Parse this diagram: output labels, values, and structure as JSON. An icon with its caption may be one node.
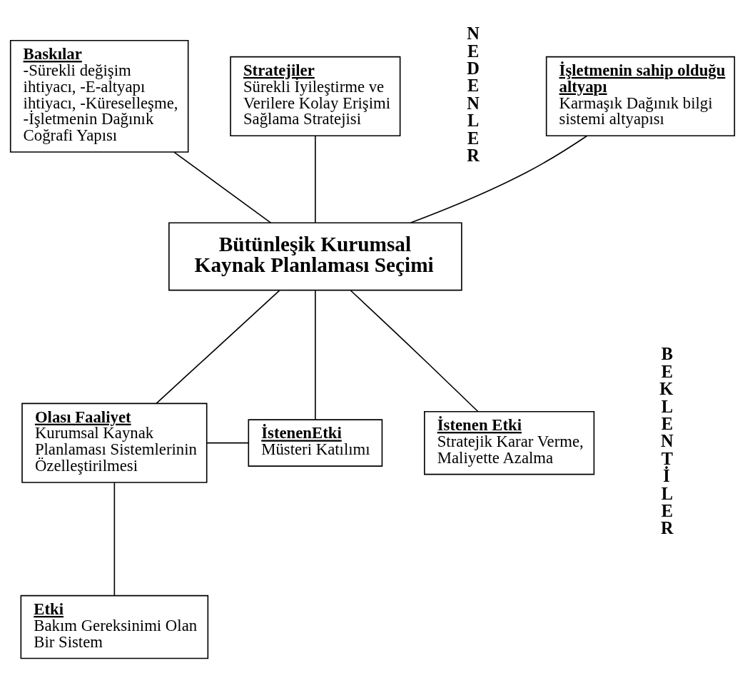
{
  "diagram": {
    "nodes": [
      {
        "text": [
          "İşletmenin sahip olduğu altyapı",
          "Karmaşık Dağınık bilgi sistemi altyapısı"
        ]
      },
      {
        "text": [
          "Baskılar",
          "-Sürekli değişim ihtiyacı, -E-altyapı ihtiyacı, -Küreselleşme, -İşletmenin Dağınık Coğrafi Yapısı"
        ]
      },
      {
        "text": [
          "Stratejiler",
          "Sürekli İyileştirme ve Verilere Kolay Erişimi Sağlama Stratejisi"
        ]
      },
      {
        "text": [
          "Bütünleşik Kurumsal Kaynak Planlaması Seçimi"
        ]
      },
      {
        "text": [
          "Olası Faaliyet",
          "Kurumsal Kaynak Planlaması Sistemlerinin Özelleştirilmesi"
        ]
      },
      {
        "text": [
          "İstenenEtki",
          "Müsteri Katılımı"
        ]
      },
      {
        "text": [
          "İstenen Etki",
          "Stratejik Karar Verme, Maliyette Azalma"
        ]
      },
      {
        "text": [
          "Etki",
          "Bakım Gereksinimi Olan Bir Sistem"
        ]
      }
    ],
    "edges": [
      {
        "from": 0,
        "to": 3,
        "arrow": "none"
      },
      {
        "from": 1,
        "to": 3,
        "arrow": "none"
      },
      {
        "from": 2,
        "to": 3,
        "arrow": "none"
      },
      {
        "from": 3,
        "to": 4,
        "arrow": "none"
      },
      {
        "from": 3,
        "to": 5,
        "arrow": "none"
      },
      {
        "from": 3,
        "to": 6,
        "arrow": "none"
      },
      {
        "from": 4,
        "to": 5,
        "arrow": "none"
      },
      {
        "from": 4,
        "to": 7,
        "arrow": "none"
      }
    ],
    "labels": [
      "NEDENLER",
      "BEKLENTİLER"
    ]
  }
}
